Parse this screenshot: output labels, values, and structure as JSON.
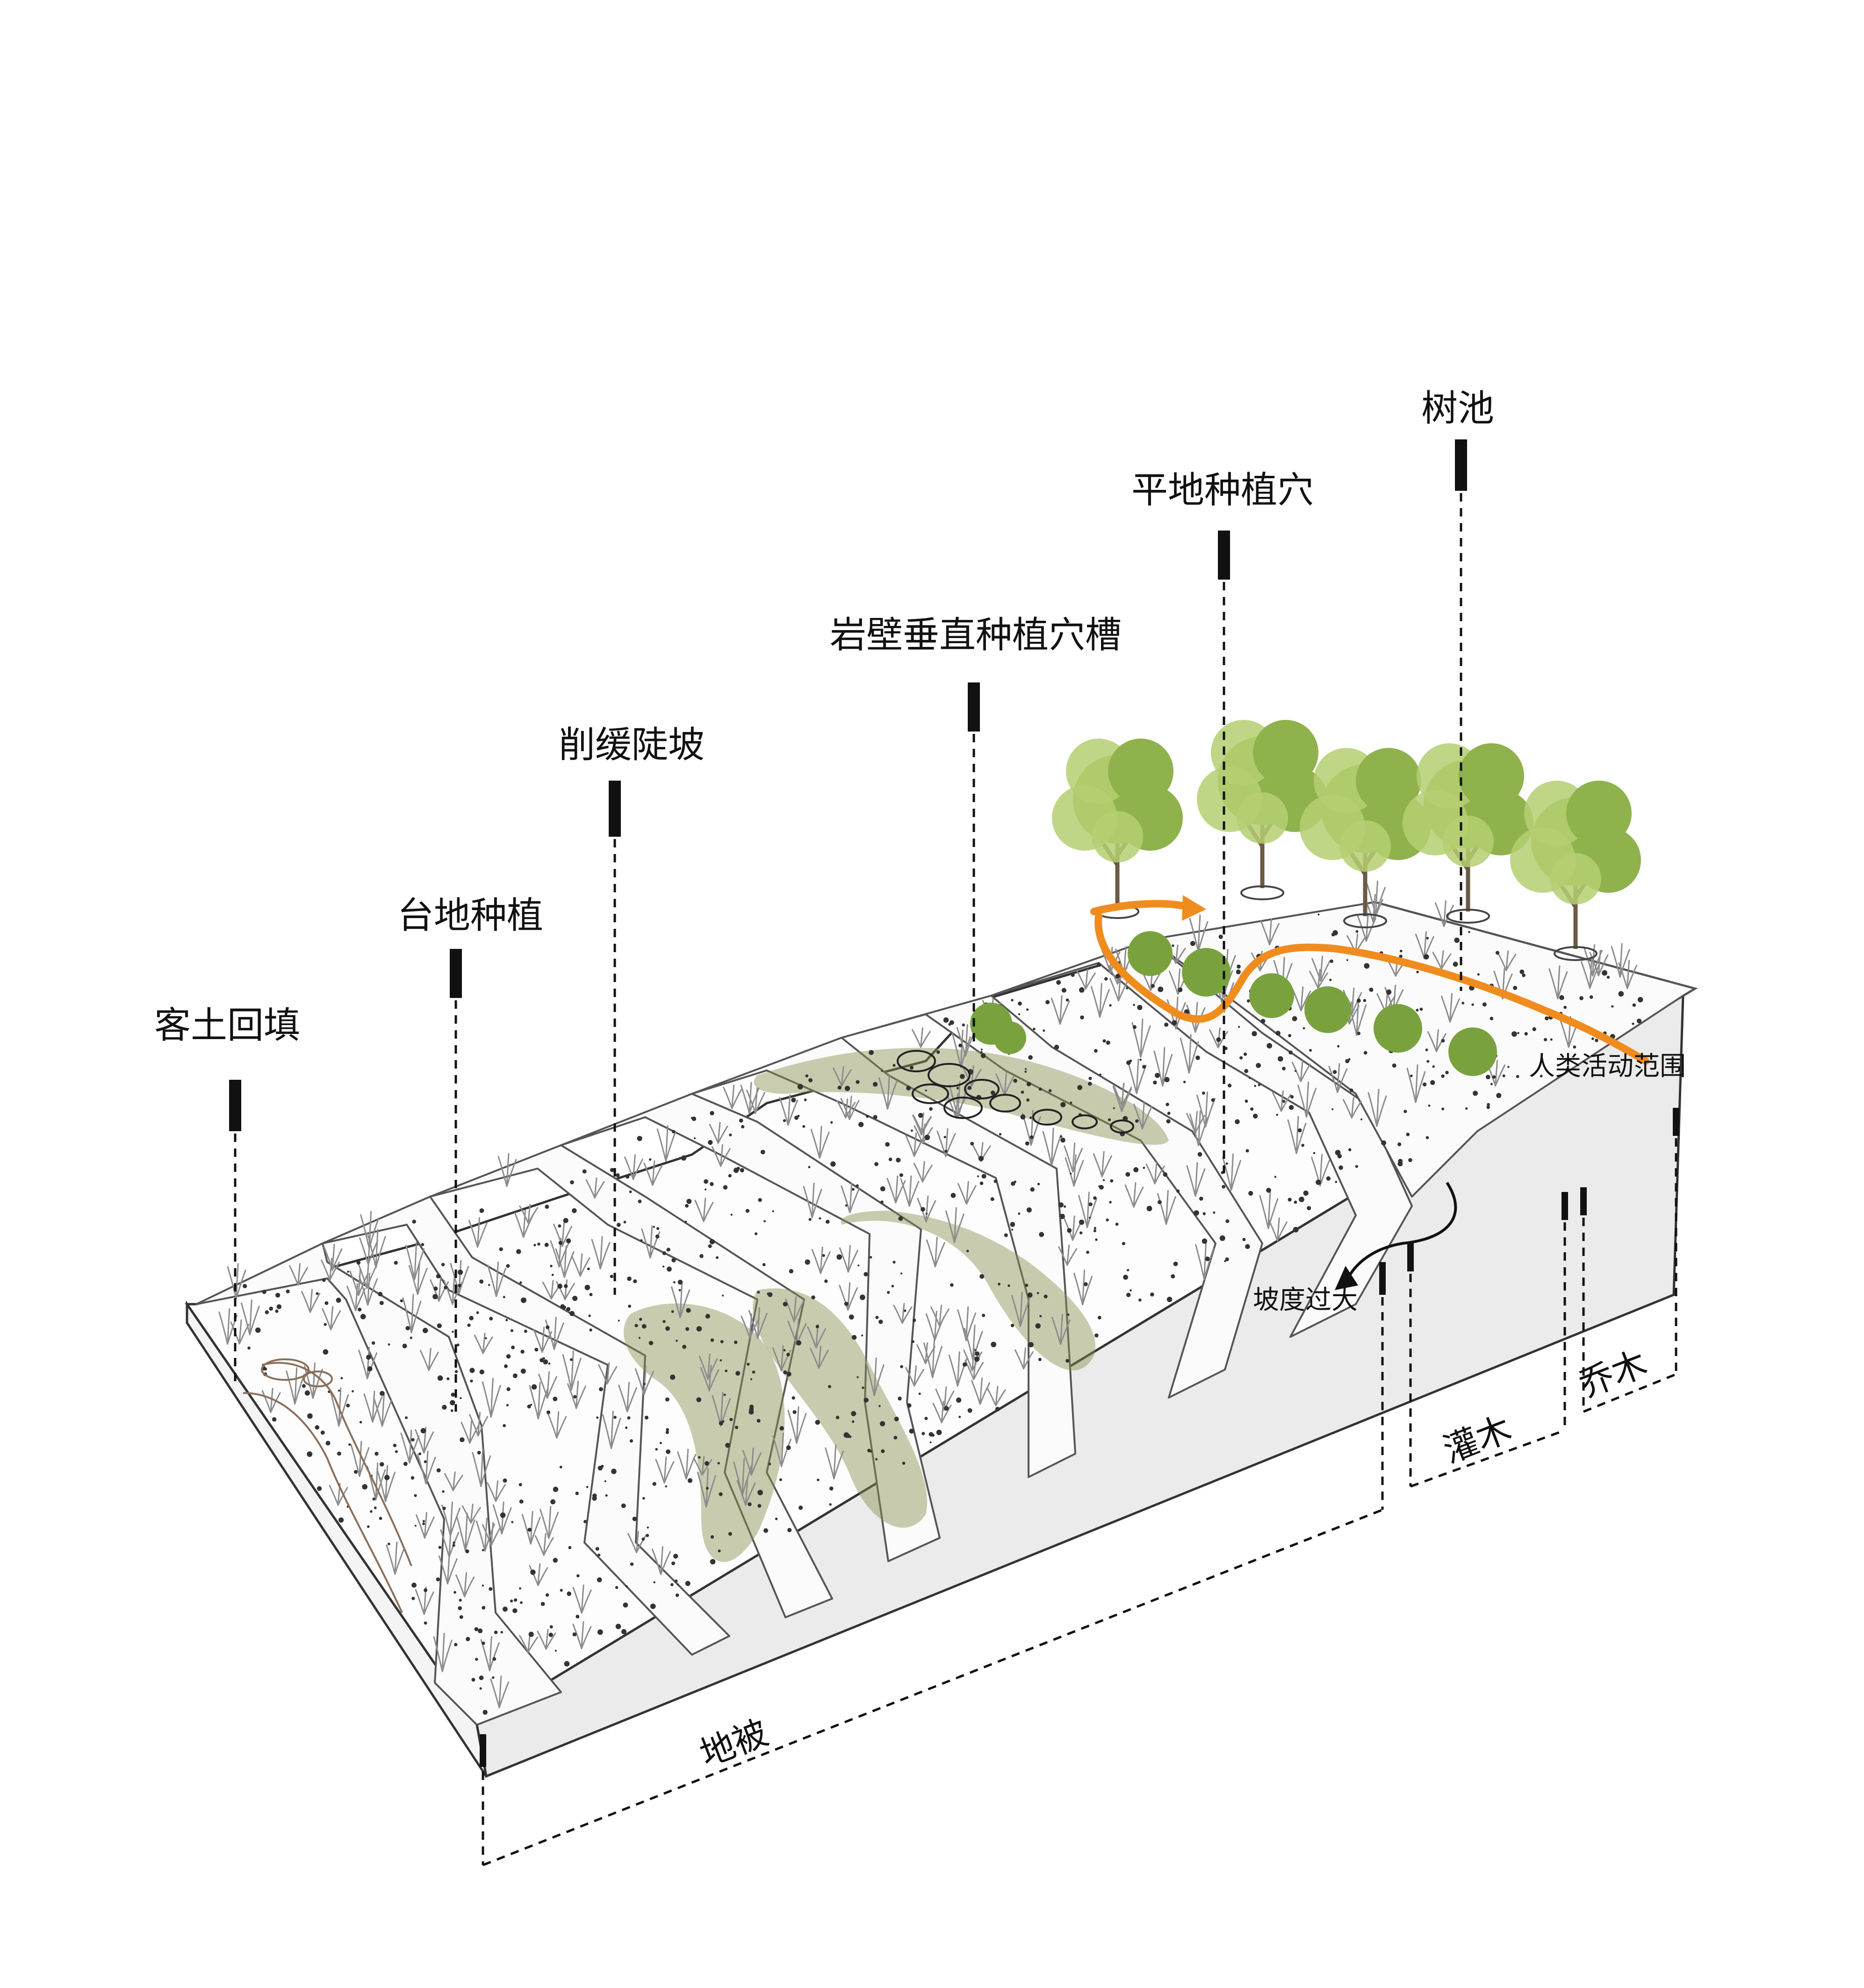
{
  "callouts": {
    "backfill": "客土回填",
    "terrace_planting": "台地种植",
    "slope_reduction": "削缓陡坡",
    "rock_wall_slots": "岩壁垂直种植穴槽",
    "flat_planting_holes": "平地种植穴",
    "tree_pits": "树池"
  },
  "annotations": {
    "human_activity": "人类活动范围",
    "slope_too_steep": "坡度过大"
  },
  "zones": {
    "groundcover": "地被",
    "shrubs": "灌木",
    "trees": "乔木"
  },
  "colors": {
    "human_path": "#f08c1e",
    "moss": "#8a8f4f",
    "canopy": "#8fb24d",
    "base_side": "#ebebeb"
  }
}
